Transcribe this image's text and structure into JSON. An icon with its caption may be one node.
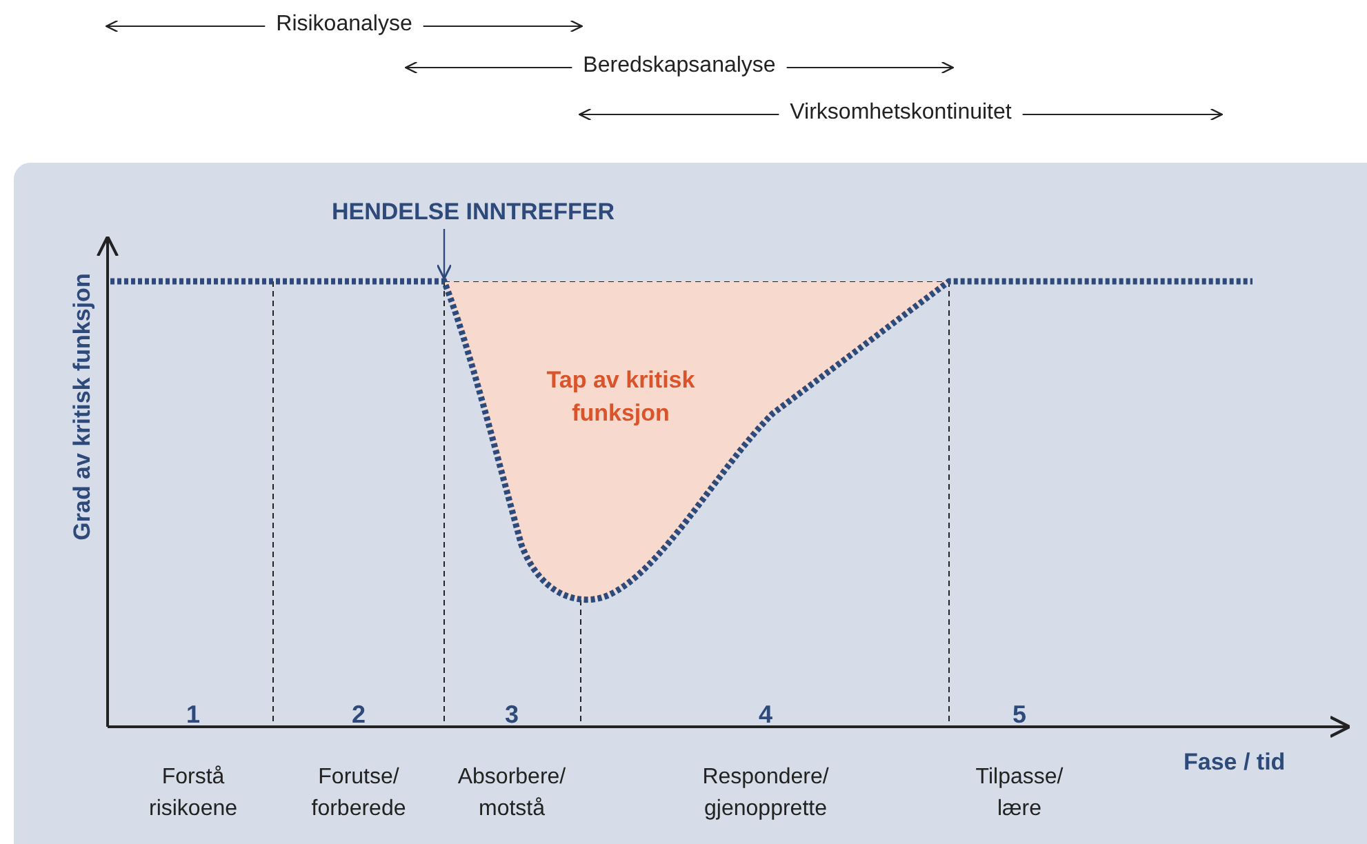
{
  "diagram": {
    "nodes": [
      {
        "text": [
          "HENDELSE INNTREFFER"
        ]
      },
      {
        "text": [
          "Tap av kritisk funksjon"
        ]
      }
    ],
    "edges": [
      {
        "from": 0,
        "to": 1,
        "arrow": "to"
      }
    ],
    "labels": [
      "Risikoanalyse",
      "Beredskapsanalyse",
      "Virksomhetskontinuitet",
      "Grad av kritisk funksjon",
      "1",
      "2",
      "3",
      "4",
      "5",
      "Forstå risikoene",
      "Forutse/ forberede",
      "Absorbere/ motstå",
      "Respondere/ gjenopprette",
      "Tilpasse/ lære",
      "Fase / tid"
    ]
  }
}
